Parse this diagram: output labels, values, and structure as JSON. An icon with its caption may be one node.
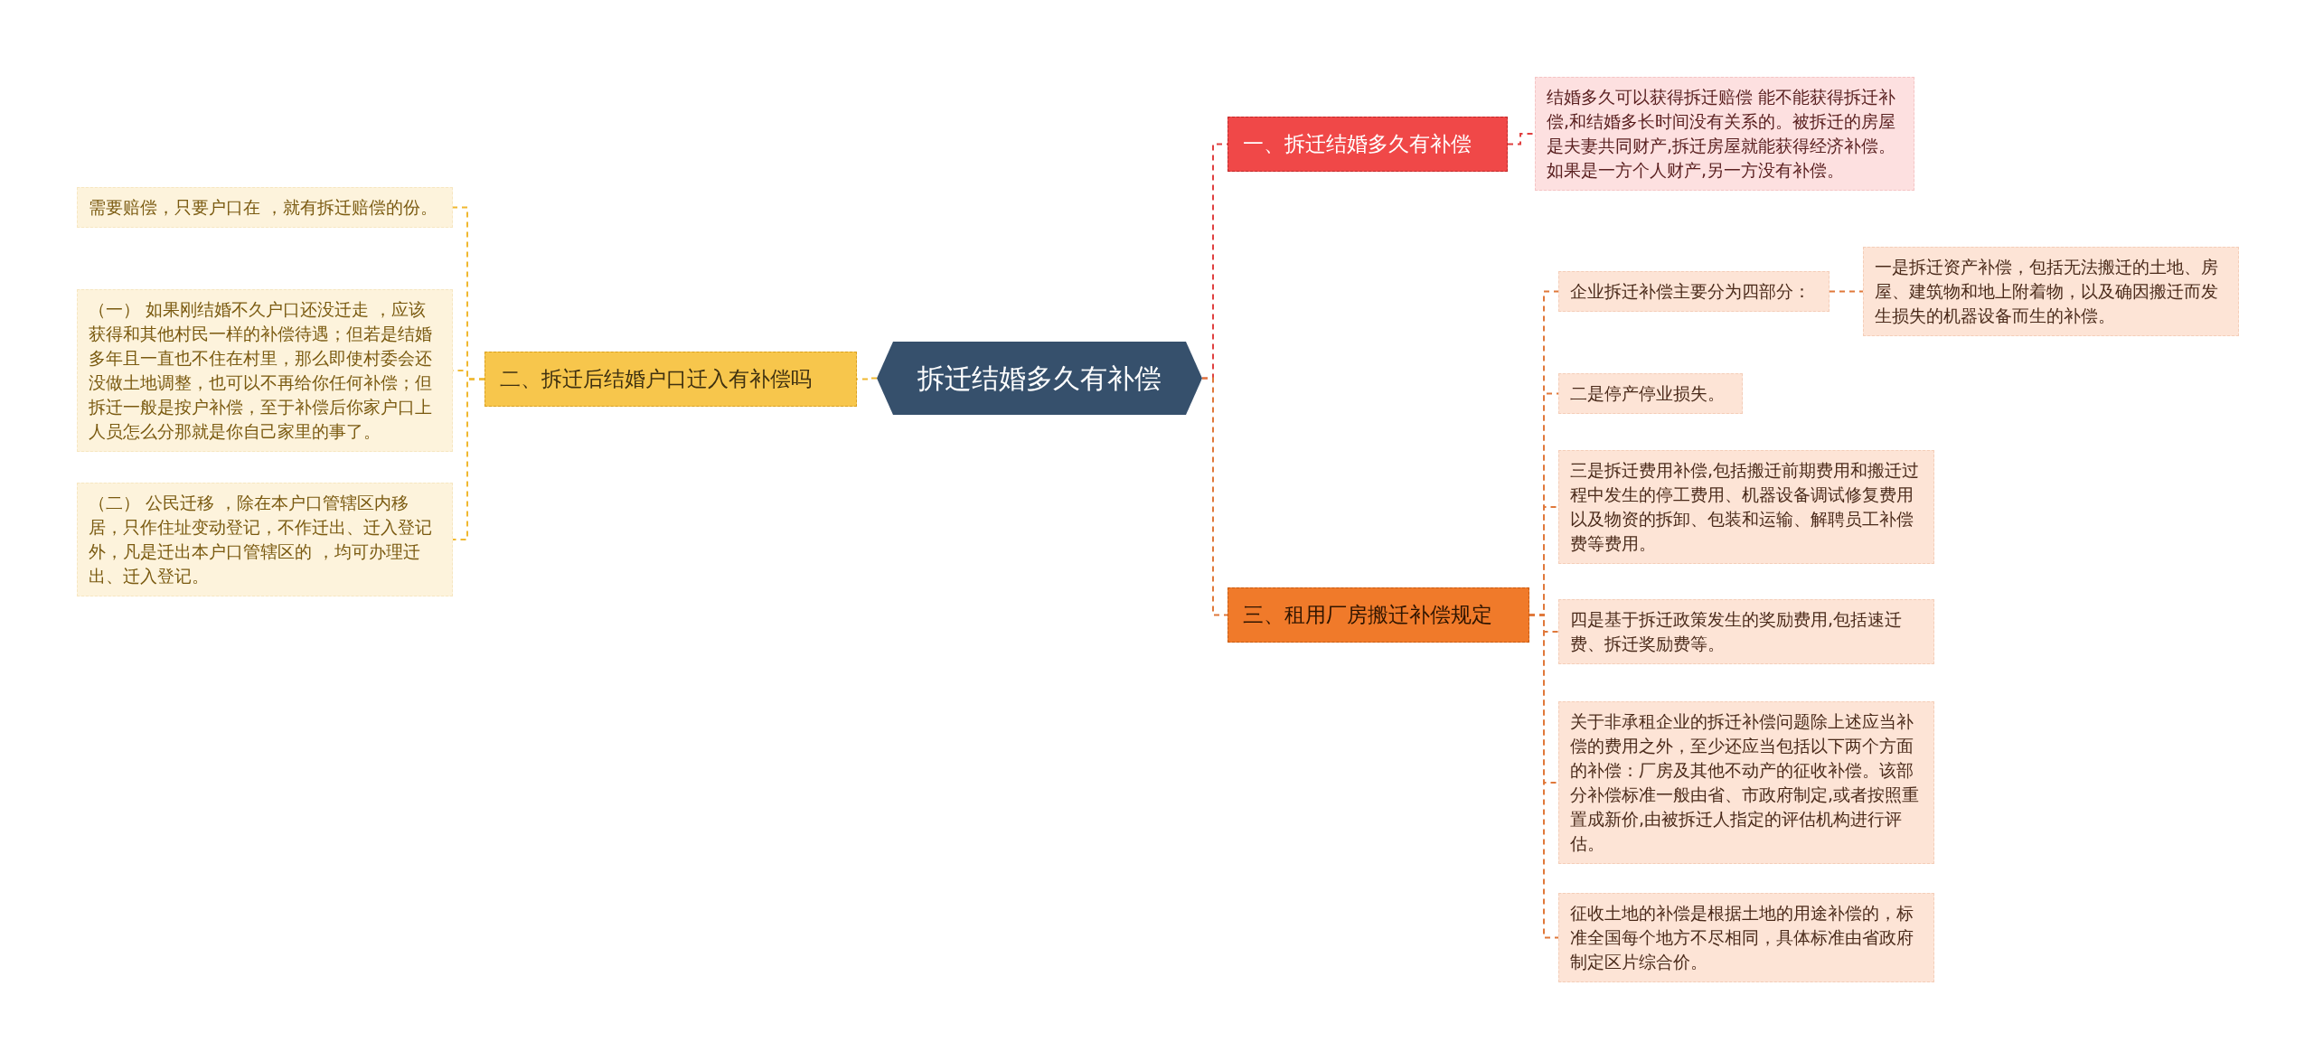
{
  "diagram": {
    "nodes": [
      {
        "text": [
          "拆迁结婚多久有补偿"
        ]
      },
      {
        "text": [
          "一、拆迁结婚多久有补偿"
        ]
      },
      {
        "text": [
          "结婚多久可以获得拆迁赔偿 能不能获得拆迁补偿,和结婚多长时间没有关系的。被拆迁的房屋是夫妻共同财产,拆迁房屋就能获得经济补偿。如果是一方个人财产,另一方没有补偿。"
        ]
      },
      {
        "text": [
          "二、拆迁后结婚户口迁入有补偿吗"
        ]
      },
      {
        "text": [
          "需要赔偿，只要户口在 ，就有拆迁赔偿的份。"
        ]
      },
      {
        "text": [
          "（一） 如果刚结婚不久户口还没迁走 ，应该获得和其他村民一样的补偿待遇；但若是结婚多年且一直也不住在村里，那么即使村委会还没做土地调整，也可以不再给你任何补偿；但拆迁一般是按户补偿，至于补偿后你家户口上人员怎么分那就是你自己家里的事了。"
        ]
      },
      {
        "text": [
          "（二） 公民迁移 ，除在本户口管辖区内移居，只作住址变动登记，不作迁出、迁入登记外，凡是迁出本户口管辖区的 ，均可办理迁出、迁入登记。"
        ]
      },
      {
        "text": [
          "三、租用厂房搬迁补偿规定"
        ]
      },
      {
        "text": [
          "企业拆迁补偿主要分为四部分："
        ]
      },
      {
        "text": [
          "一是拆迁资产补偿，包括无法搬迁的土地、房屋、建筑物和地上附着物，以及确因搬迁而发生损失的机器设备而生的补偿。"
        ]
      },
      {
        "text": [
          "二是停产停业损失。"
        ]
      },
      {
        "text": [
          "三是拆迁费用补偿,包括搬迁前期费用和搬迁过程中发生的停工费用、机器设备调试修复费用以及物资的拆卸、包装和运输、解聘员工补偿费等费用。"
        ]
      },
      {
        "text": [
          "四是基于拆迁政策发生的奖励费用,包括速迁费、拆迁奖励费等。"
        ]
      },
      {
        "text": [
          "关于非承租企业的拆迁补偿问题除上述应当补偿的费用之外，至少还应当包括以下两个方面的补偿：厂房及其他不动产的征收补偿。该部分补偿标准一般由省、市政府制定,或者按照重置成新价,由被拆迁人指定的评估机构进行评估。"
        ]
      },
      {
        "text": [
          "征收土地的补偿是根据土地的用途补偿的，标准全国每个地方不尽相同，具体标准由省政府制定区片综合价。"
        ]
      }
    ],
    "edges": [
      {
        "from": 0,
        "to": 1,
        "arrow": "none",
        "color": "#e04040"
      },
      {
        "from": 1,
        "to": 2,
        "arrow": "none",
        "color": "#e04040"
      },
      {
        "from": 0,
        "to": 3,
        "arrow": "none",
        "color": "#f0b830"
      },
      {
        "from": 3,
        "to": 4,
        "arrow": "none",
        "color": "#f0b830"
      },
      {
        "from": 3,
        "to": 5,
        "arrow": "none",
        "color": "#f0b830"
      },
      {
        "from": 3,
        "to": 6,
        "arrow": "none",
        "color": "#f0b830"
      },
      {
        "from": 0,
        "to": 7,
        "arrow": "none"
      },
      {
        "from": 7,
        "to": 8,
        "arrow": "none"
      },
      {
        "from": 8,
        "to": 9,
        "arrow": "none"
      },
      {
        "from": 7,
        "to": 10,
        "arrow": "none"
      },
      {
        "from": 7,
        "to": 11,
        "arrow": "none"
      },
      {
        "from": 7,
        "to": 12,
        "arrow": "none"
      },
      {
        "from": 7,
        "to": 13,
        "arrow": "none"
      },
      {
        "from": 7,
        "to": 14,
        "arrow": "none"
      }
    ]
  }
}
